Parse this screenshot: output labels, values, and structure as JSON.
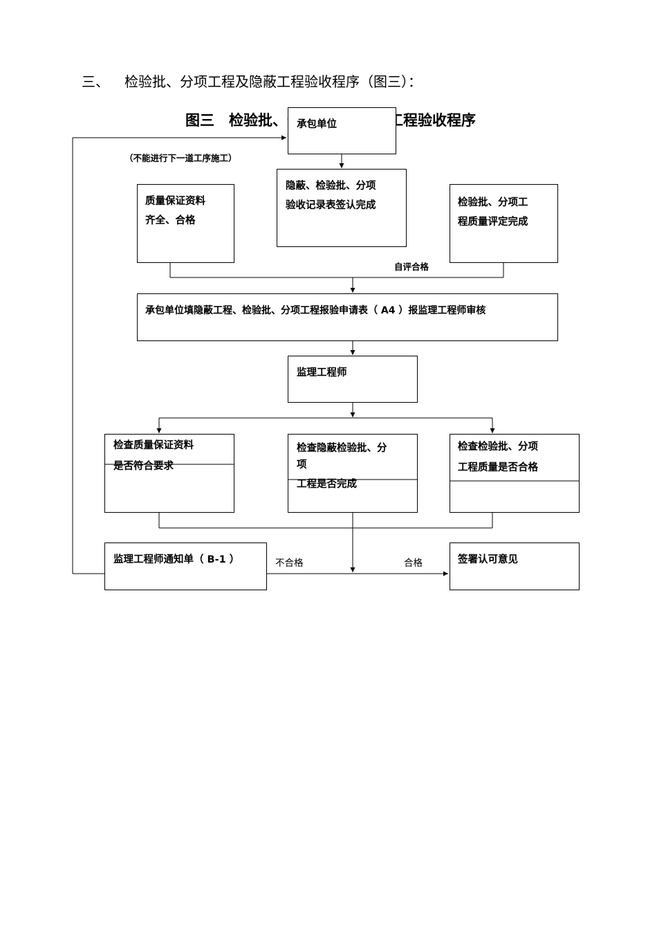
{
  "heading": {
    "number": "三、",
    "text": "检验批、分项工程及隐蔽工程验收程序（图三）："
  },
  "diagram_title": "图三　检验批、分项工程及隐蔽工程验收程序",
  "nodes": {
    "contractor": "承包单位",
    "hidden_record_1": "隐蔽、检验批、分项",
    "hidden_record_2": "验收记录表签认完成",
    "quality_docs_1": "质量保证资料",
    "quality_docs_2": "齐全、合格",
    "self_eval_1": "检验批、分项工",
    "self_eval_2": "程质量评定完成",
    "application": "承包单位填隐蔽工程、检验批、分项工程报验申请表（ A4 ）报监理工程师审核",
    "supervisor": "监理工程师",
    "check_docs_1": "检查质量保证资料",
    "check_docs_2": "是否符合要求",
    "check_hidden_1": "检查隐蔽检验批、分",
    "check_hidden_2": "项",
    "check_hidden_3": "工程是否完成",
    "check_quality_1": "检查检验批、分项",
    "check_quality_2": "工程质量是否合格",
    "notice": "监理工程师通知单（ B-1 ）",
    "approve": "签署认可意见"
  },
  "labels": {
    "no_next_step": "（不能进行下一道工序施工）",
    "self_pass": "自评合格",
    "fail": "不合格",
    "pass": "合格"
  }
}
